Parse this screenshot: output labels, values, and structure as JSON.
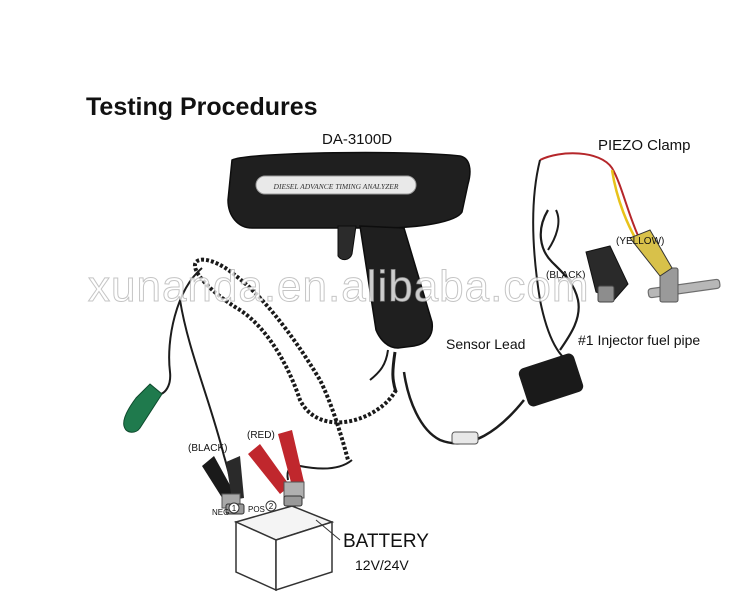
{
  "title": "Testing Procedures",
  "model": "DA-3100D",
  "gun_text": "DIESEL ADVANCE TIMING ANALYZER",
  "labels": {
    "piezo_clamp": "PIEZO Clamp",
    "yellow": "(YELLOW)",
    "black_sensor": "(BLACK)",
    "sensor_lead": "Sensor Lead",
    "injector_pipe": "#1 Injector fuel pipe",
    "black_clamp": "(BLACK)",
    "red_clamp": "(RED)",
    "neg": "NEG",
    "pos": "POS",
    "neg_num": "1",
    "pos_num": "2",
    "battery": "BATTERY",
    "voltage": "12V/24V"
  },
  "watermark": "xunanda.en.alibaba.com",
  "colors": {
    "body": "#1c1c1c",
    "red_clamp": "#c0272d",
    "green_clip": "#1f7a4d",
    "yellow_wire": "#e8c21a",
    "red_wire": "#b5262a"
  }
}
